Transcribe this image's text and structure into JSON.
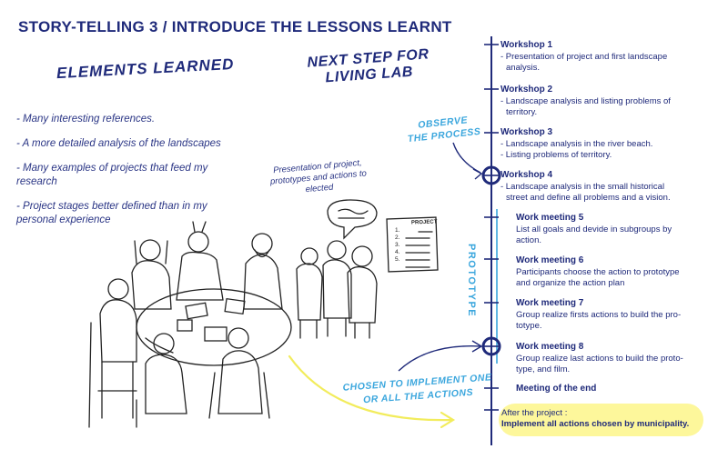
{
  "title": "STORY-TELLING 3 / INTRODUCE THE LESSONS LEARNT",
  "elements_heading": "ELEMENTS LEARNED",
  "next_step_heading_line1": "NEXT STEP FOR",
  "next_step_heading_line2": "LIVING LAB",
  "learned_items": [
    "- Many interesting references.",
    "- A more detailed analysis of the landscapes",
    "- Many examples of projects that feed my research",
    "- Project stages better defined than in my personal experience"
  ],
  "presentation_note": "Presentation of project, prototypes and actions to elected",
  "observe_note_line1": "OBSERVE",
  "observe_note_line2": "THE PROCESS",
  "chosen_note_line1": "CHOSEN TO IMPLEMENT ONE",
  "chosen_note_line2": "OR ALL THE ACTIONS",
  "prototype_label": "PROTOTYPE",
  "sketch_board_title": "PROJECT",
  "sketch_board_numbers": [
    "1.",
    "2.",
    "3.",
    "4.",
    "5."
  ],
  "timeline": [
    {
      "title": "Workshop 1",
      "lines": [
        "- Presentation of project and first landscape",
        "analysis."
      ]
    },
    {
      "title": "Workshop 2",
      "lines": [
        "- Landscape analysis  and listing problems of",
        "territory."
      ]
    },
    {
      "title": "Workshop 3",
      "lines": [
        "- Landscape analysis in the river beach.",
        "- Listing problems of territory."
      ]
    },
    {
      "title": "Workshop 4",
      "lines": [
        "- Landscape analysis in the small historical",
        "street and define all problems and a vision."
      ]
    },
    {
      "title": "Work meeting 5",
      "lines": [
        "List all goals and devide in subgroups by",
        "action."
      ]
    },
    {
      "title": "Work meeting 6",
      "lines": [
        "Participants choose the action to prototype",
        "and organize the action plan"
      ]
    },
    {
      "title": "Work meeting 7",
      "lines": [
        "Group realize firsts actions to build the pro-",
        "totype."
      ]
    },
    {
      "title": "Work meeting 8",
      "lines": [
        "Group realize last actions to build the proto-",
        "type, and film."
      ]
    },
    {
      "title": "Meeting of the end",
      "lines": []
    }
  ],
  "after_project_label": "After the project :",
  "after_project_action": "Implement all actions chosen by municipality."
}
